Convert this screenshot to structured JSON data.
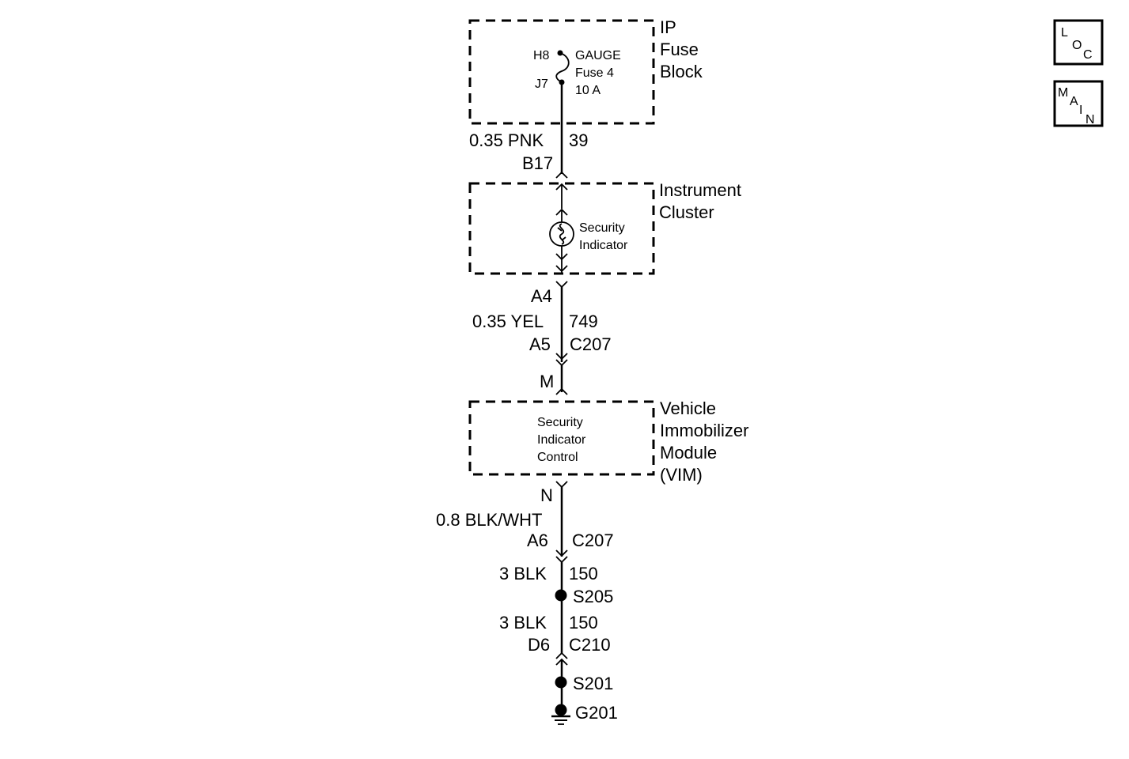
{
  "nav_buttons": {
    "loc": [
      "L",
      "O",
      "C"
    ],
    "main": [
      "M",
      "A",
      "I",
      "N"
    ]
  },
  "components": {
    "ip_fuse_block": {
      "name_lines": [
        "IP",
        "Fuse",
        "Block"
      ],
      "pin_in": "H8",
      "pin_out": "J7",
      "fuse_lines": [
        "GAUGE",
        "Fuse 4",
        "10 A"
      ]
    },
    "instrument_cluster": {
      "name_lines": [
        "Instrument",
        "Cluster"
      ],
      "indicator_lines": [
        "Security",
        "Indicator"
      ]
    },
    "vim": {
      "name_lines": [
        "Vehicle",
        "Immobilizer",
        "Module",
        "(VIM)"
      ],
      "inner_lines": [
        "Security",
        "Indicator",
        "Control"
      ]
    }
  },
  "wires": {
    "w1": {
      "gauge_color": "0.35 PNK",
      "circuit": "39",
      "pin": "B17"
    },
    "w2": {
      "pin_top": "A4",
      "gauge_color": "0.35 YEL",
      "circuit": "749",
      "pin_conn": "A5",
      "connector": "C207",
      "pin_vim": "M"
    },
    "w3": {
      "pin_vim": "N",
      "gauge_color": "0.8 BLK/WHT",
      "pin_conn": "A6",
      "connector": "C207"
    },
    "w4": {
      "gauge_color": "3 BLK",
      "circuit": "150",
      "splice": "S205"
    },
    "w5": {
      "gauge_color": "3 BLK",
      "circuit": "150",
      "pin_conn": "D6",
      "connector": "C210"
    },
    "splice2": "S201",
    "ground": "G201"
  }
}
